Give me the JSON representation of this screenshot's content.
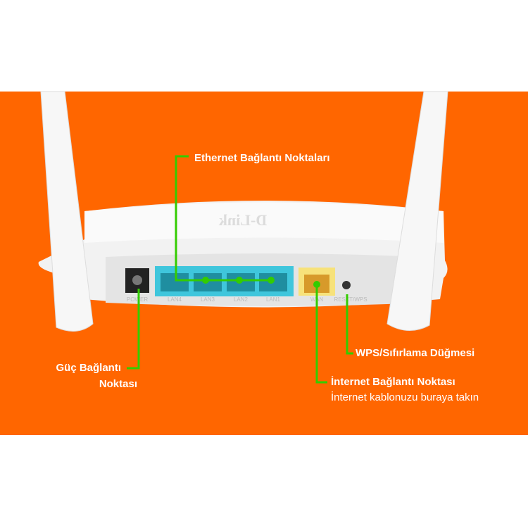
{
  "colors": {
    "background": "#ff6600",
    "callout": "#33cc00",
    "lan_port": "#3fc6dc",
    "wan_port": "#f7e27a"
  },
  "router": {
    "logo": "D-Link",
    "port_labels": {
      "power": "POWER",
      "lan4": "LAN4",
      "lan3": "LAN3",
      "lan2": "LAN2",
      "lan1": "LAN1",
      "wan": "WAN",
      "reset": "RESET/WPS"
    }
  },
  "callouts": {
    "ethernet": "Ethernet Bağlantı Noktaları",
    "power_line1": "Güç Bağlantı",
    "power_line2": "Noktası",
    "wps": "WPS/Sıfırlama Düğmesi",
    "internet": "İnternet Bağlantı Noktası",
    "internet_sub": "İnternet kablonuzu buraya takın"
  }
}
